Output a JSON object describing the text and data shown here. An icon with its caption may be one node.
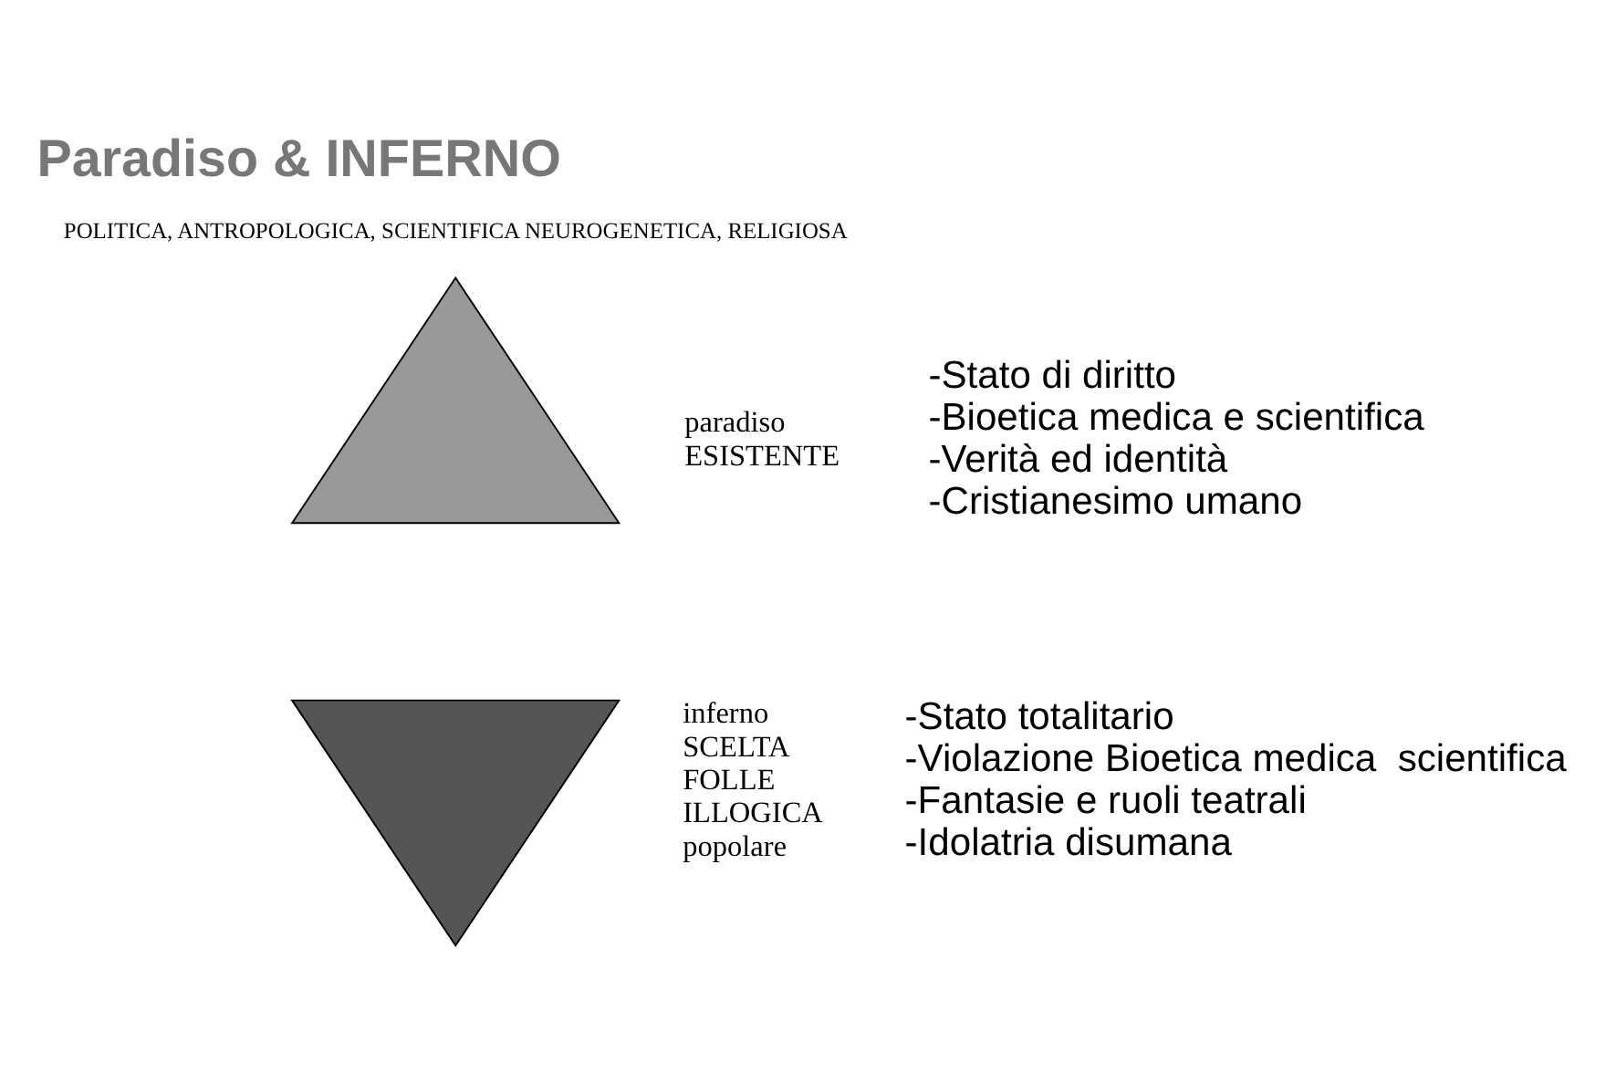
{
  "diagram": {
    "title": "Paradiso & INFERNO",
    "nodes": [
      {
        "text": [],
        "shape": "triangle",
        "beside": [
          "paradiso ESISTENTE",
          "-Stato di diritto",
          "-Bioetica medica e scientifica",
          "-Verità ed identità",
          "-Cristianesimo umano"
        ]
      },
      {
        "text": [],
        "shape": "invtriangle",
        "beside": [
          "inferno SCELTA FOLLE ILLOGICA popolare",
          "-Stato totalitario",
          "-Violazione Bioetica medica  scientifica",
          "-Fantasie e ruoli teatrali",
          "-Idolatria disumana"
        ]
      }
    ],
    "edges": [],
    "labels": [
      "POLITICA, ANTROPOLOGICA, SCIENTIFICA NEUROGENETICA, RELIGIOSA"
    ]
  }
}
